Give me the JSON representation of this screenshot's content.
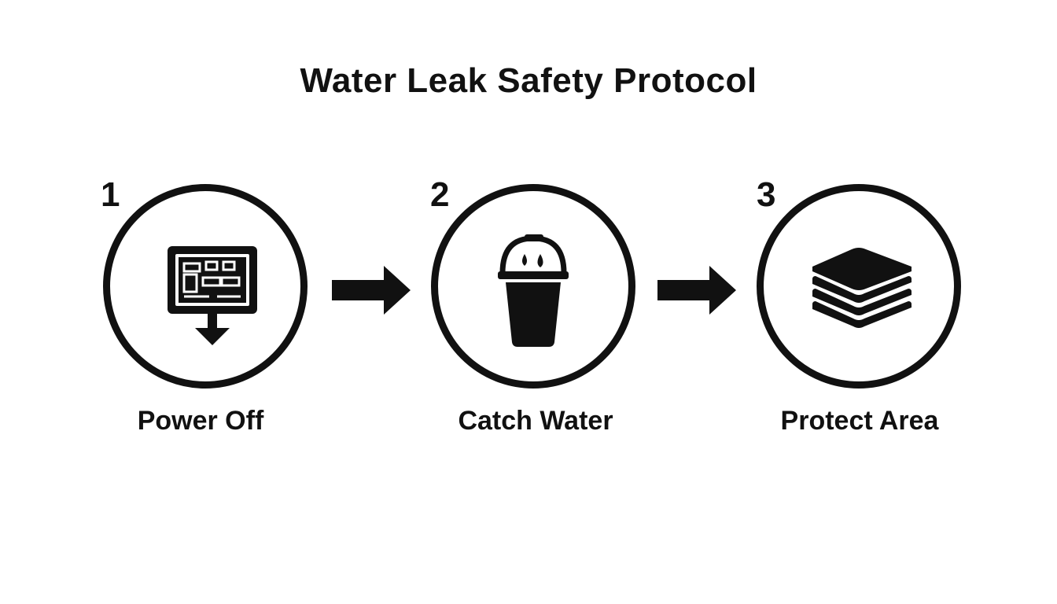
{
  "title": "Water Leak Safety Protocol",
  "colors": {
    "ink": "#111111",
    "background": "#ffffff"
  },
  "steps": [
    {
      "number": "1",
      "label": "Power Off",
      "icon": "breaker-panel-down-arrow-icon"
    },
    {
      "number": "2",
      "label": "Catch Water",
      "icon": "bucket-with-drops-icon"
    },
    {
      "number": "3",
      "label": "Protect Area",
      "icon": "stacked-towels-icon"
    }
  ],
  "connectors": [
    {
      "icon": "right-arrow-icon"
    },
    {
      "icon": "right-arrow-icon"
    }
  ]
}
